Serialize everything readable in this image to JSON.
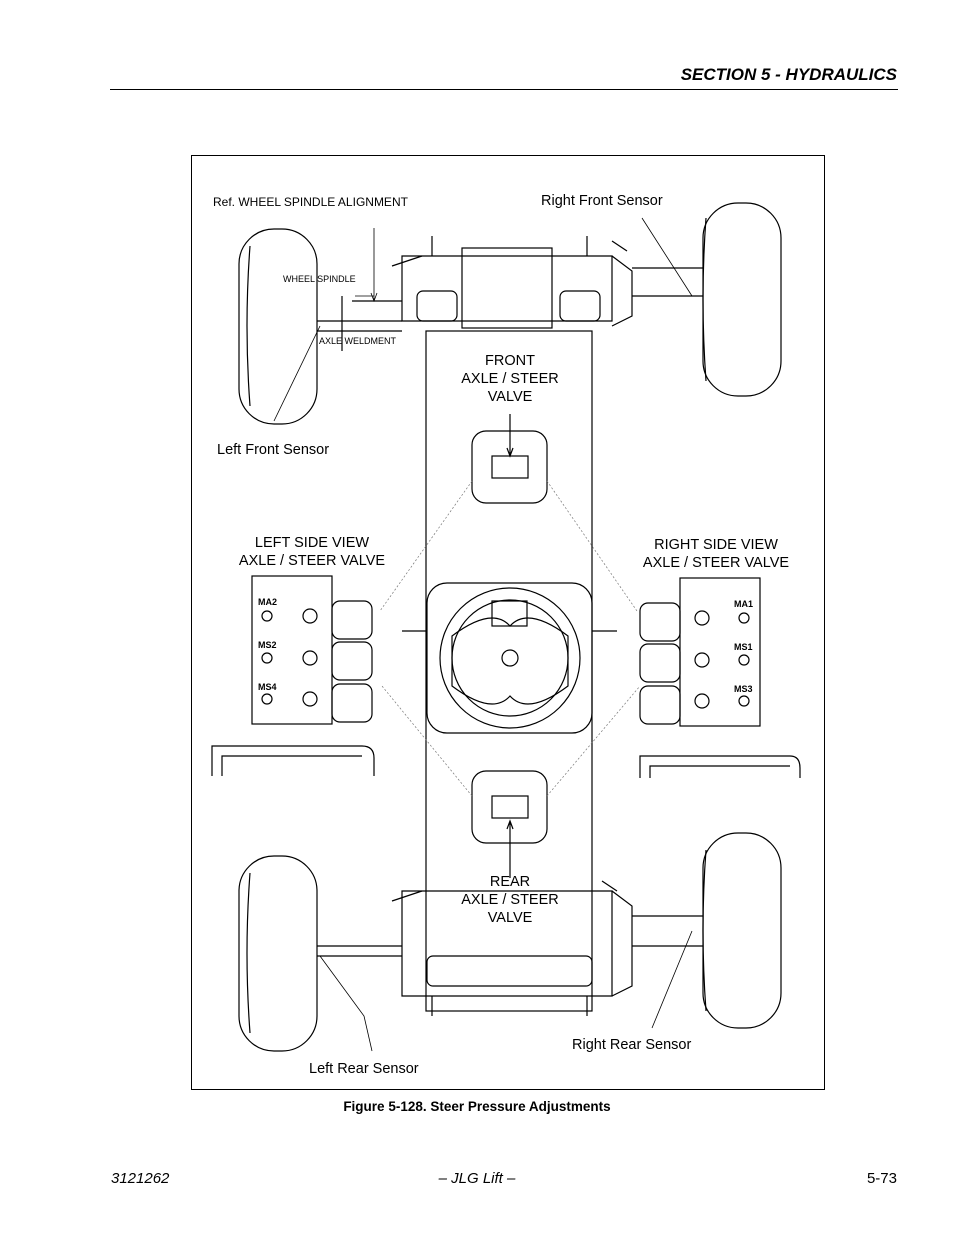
{
  "header": {
    "section_title": "SECTION 5 - HYDRAULICS"
  },
  "figure": {
    "labels": {
      "ref_alignment": "Ref. WHEEL SPINDLE ALIGNMENT",
      "wheel_spindle": "WHEEL SPINDLE",
      "axle_weldment": "AXLE WELDMENT",
      "left_front_sensor": "Left Front Sensor",
      "right_front_sensor": "Right Front Sensor",
      "left_rear_sensor": "Left Rear Sensor",
      "right_rear_sensor": "Right Rear Sensor",
      "front_valve": [
        "FRONT",
        "AXLE / STEER",
        "VALVE"
      ],
      "rear_valve": [
        "REAR",
        "AXLE / STEER",
        "VALVE"
      ],
      "left_side_view": [
        "LEFT SIDE VIEW",
        "AXLE / STEER VALVE"
      ],
      "right_side_view": [
        "RIGHT  SIDE VIEW",
        "AXLE / STEER VALVE"
      ],
      "left_ports": [
        "MA2",
        "MS2",
        "MS4"
      ],
      "right_ports": [
        "MA1",
        "MS1",
        "MS3"
      ]
    },
    "caption": "Figure 5-128.  Steer Pressure Adjustments"
  },
  "footer": {
    "doc_number": "3121262",
    "center": "– JLG Lift –",
    "page": "5-73"
  }
}
